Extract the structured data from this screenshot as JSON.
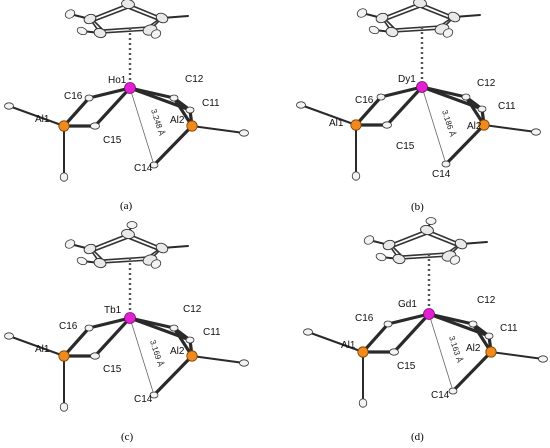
{
  "panels": [
    {
      "caption": "(a)",
      "metal": "Ho1",
      "distance": "3.248 Å",
      "labels": {
        "c12": "C12",
        "c11": "C11",
        "c16": "C16",
        "c15": "C15",
        "c14": "C14",
        "al1": "Al1",
        "al2": "Al2"
      }
    },
    {
      "caption": "(b)",
      "metal": "Dy1",
      "distance": "3.186 Å",
      "labels": {
        "c12": "C12",
        "c11": "C11",
        "c16": "C16",
        "c15": "C15",
        "c14": "C14",
        "al1": "Al1",
        "al2": "Al2"
      }
    },
    {
      "caption": "(c)",
      "metal": "Tb1",
      "distance": "3.169 Å",
      "labels": {
        "c12": "C12",
        "c11": "C11",
        "c16": "C16",
        "c15": "C15",
        "c14": "C14",
        "al1": "Al1",
        "al2": "Al2"
      }
    },
    {
      "caption": "(d)",
      "metal": "Gd1",
      "distance": "3.163 Å",
      "labels": {
        "c12": "C12",
        "c11": "C11",
        "c16": "C16",
        "c15": "C15",
        "c14": "C14",
        "al1": "Al1",
        "al2": "Al2"
      }
    }
  ],
  "colors": {
    "metal": "#e21fd3",
    "aluminium": "#f08a1c",
    "carbon": "#e9e9e9",
    "bond": "#2a2a2a"
  }
}
